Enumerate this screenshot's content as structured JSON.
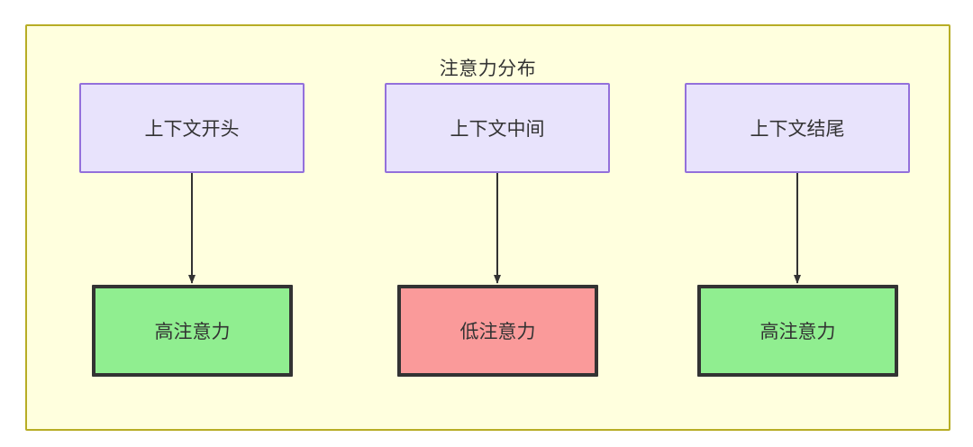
{
  "diagram": {
    "title": "注意力分布",
    "frame": {
      "fill": "#ffffde",
      "stroke": "#b7ad25"
    },
    "context_nodes": [
      {
        "id": "context-start",
        "label": "上下文开头",
        "fill": "#e8e3fc",
        "stroke": "#9370db"
      },
      {
        "id": "context-middle",
        "label": "上下文中间",
        "fill": "#e8e3fc",
        "stroke": "#9370db"
      },
      {
        "id": "context-end",
        "label": "上下文结尾",
        "fill": "#e8e3fc",
        "stroke": "#9370db"
      }
    ],
    "attention_nodes": [
      {
        "id": "attention-high-start",
        "label": "高注意力",
        "fill": "#90ee90",
        "stroke": "#333333"
      },
      {
        "id": "attention-low-middle",
        "label": "低注意力",
        "fill": "#fa9a9a",
        "stroke": "#333333"
      },
      {
        "id": "attention-high-end",
        "label": "高注意力",
        "fill": "#90ee90",
        "stroke": "#333333"
      }
    ],
    "edges": [
      {
        "from": "context-start",
        "to": "attention-high-start",
        "label": "",
        "style": "solid-arrow"
      },
      {
        "from": "context-middle",
        "to": "attention-low-middle",
        "label": "",
        "style": "solid-arrow"
      },
      {
        "from": "context-end",
        "to": "attention-high-end",
        "label": "",
        "style": "solid-arrow"
      }
    ],
    "edge_color": "#333333"
  }
}
